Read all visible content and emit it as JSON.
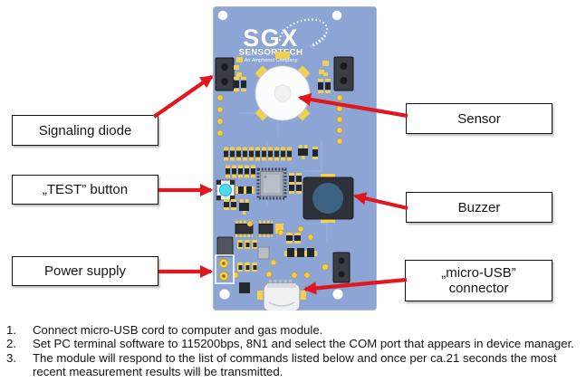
{
  "colors": {
    "arrow_red": "#e0181e",
    "board_blue": "#8da5d5",
    "pad_yellow": "#f2cf4e",
    "buzzer_circle_blue": "#3d6384",
    "test_button_cyan": "#4fd9ec"
  },
  "board": {
    "logo": {
      "brand": "SGX",
      "name": "SENSORTECH",
      "tagline": "An Amphenol Company"
    },
    "components": [
      "signaling-diode-header",
      "sensor",
      "test-button",
      "buzzer",
      "power-supply-terminal",
      "micro-usb-connector"
    ]
  },
  "callouts": {
    "signaling_diode": "Signaling diode",
    "test_button": "„TEST” button",
    "power_supply": "Power supply",
    "sensor": "Sensor",
    "buzzer": "Buzzer",
    "micro_usb": {
      "line1": "„micro-USB”",
      "line2": "connector"
    }
  },
  "instructions": [
    {
      "num": "1.",
      "text": "Connect micro-USB cord to computer and gas module."
    },
    {
      "num": "2.",
      "text": "Set PC terminal software to 115200bps, 8N1 and select the COM port that appears in device manager."
    },
    {
      "num": "3.",
      "text": "The module will respond to the list of commands listed below and once per ca.21 seconds the most recent measurement results will be transmitted."
    }
  ]
}
